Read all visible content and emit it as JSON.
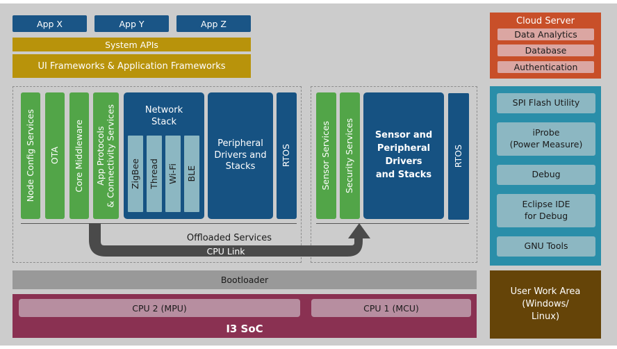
{
  "apps": [
    "App X",
    "App Y",
    "App Z"
  ],
  "system_apis": "System APIs",
  "frameworks": "UI Frameworks & Application Frameworks",
  "mpu_services": [
    "Node Config Services",
    "OTA",
    "Core Middleware",
    [
      "App Protocols",
      "& Connectivity Services"
    ]
  ],
  "network_stack": {
    "title_lines": [
      "Network",
      "Stack"
    ],
    "protocols": [
      "ZigBee",
      "Thread",
      "Wi-Fi",
      "BLE"
    ]
  },
  "peripheral_drivers": [
    "Peripheral",
    "Drivers and",
    "Stacks"
  ],
  "rtos_mpu": "RTOS",
  "mcu_services": [
    "Sensor Services",
    "Security Services"
  ],
  "sensor_drivers": [
    "Sensor and",
    "Peripheral",
    "Drivers",
    "and Stacks"
  ],
  "rtos_mcu": "RTOS",
  "offloaded_services": "Offloaded Services",
  "cpu_link": "CPU Link",
  "bootloader": "Bootloader",
  "cpu2": "CPU 2 (MPU)",
  "cpu1": "CPU 1 (MCU)",
  "soc": "I3 SoC",
  "cloud": {
    "title": "Cloud Server",
    "items": [
      "Data Analytics",
      "Database",
      "Authentication"
    ]
  },
  "tools": [
    [
      "SPI Flash Utility"
    ],
    [
      "iProbe",
      "(Power Measure)"
    ],
    [
      "Debug"
    ],
    [
      "Eclipse IDE",
      "for Debug"
    ],
    [
      "GNU Tools"
    ]
  ],
  "user_work_area": [
    "User Work Area",
    "(Windows/",
    "Linux)"
  ],
  "colors": {
    "app_blue": "#1a5586",
    "framework_gold": "#b8930b",
    "service_green": "#52a548",
    "stack_blue": "#165282",
    "protocol_lightblue": "#8cb7c2",
    "cloud_orange": "#c84f29",
    "tools_teal": "#2a8ea9",
    "user_area_brown": "#654408",
    "bootloader_gray": "#999999",
    "soc_maroon": "#8a3152",
    "cpu_pink": "#b78ea0"
  }
}
